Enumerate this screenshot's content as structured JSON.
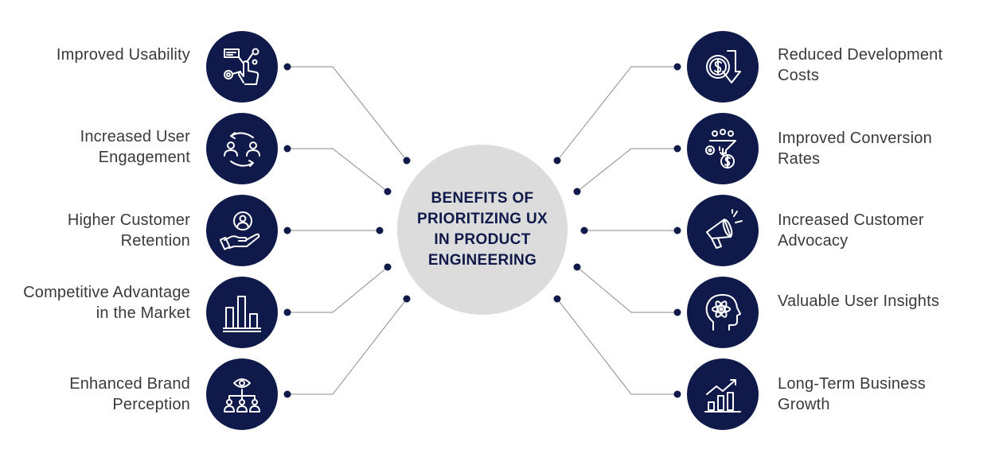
{
  "center_title": "BENEFITS OF PRIORITIZING UX IN PRODUCT ENGINEERING",
  "colors": {
    "navy": "#0f1a4a",
    "hub": "#dcdcdc",
    "line": "#8a8a8a",
    "text": "#3a3a3a"
  },
  "left_items": [
    {
      "label": "Improved Usability",
      "icon": "touch-interaction-icon"
    },
    {
      "label": "Increased User Engagement",
      "icon": "user-exchange-icon"
    },
    {
      "label": "Higher Customer Retention",
      "icon": "customer-hand-icon"
    },
    {
      "label": "Competitive Advantage in the Market",
      "icon": "bar-chart-icon"
    },
    {
      "label": "Enhanced Brand Perception",
      "icon": "eye-team-icon"
    }
  ],
  "right_items": [
    {
      "label": "Reduced Development Costs",
      "icon": "dollar-down-icon"
    },
    {
      "label": "Improved Conversion Rates",
      "icon": "conversion-funnel-icon"
    },
    {
      "label": "Increased Customer Advocacy",
      "icon": "megaphone-icon"
    },
    {
      "label": "Valuable User Insights",
      "icon": "head-atom-icon"
    },
    {
      "label": "Long-Term Business Growth",
      "icon": "growth-chart-icon"
    }
  ]
}
